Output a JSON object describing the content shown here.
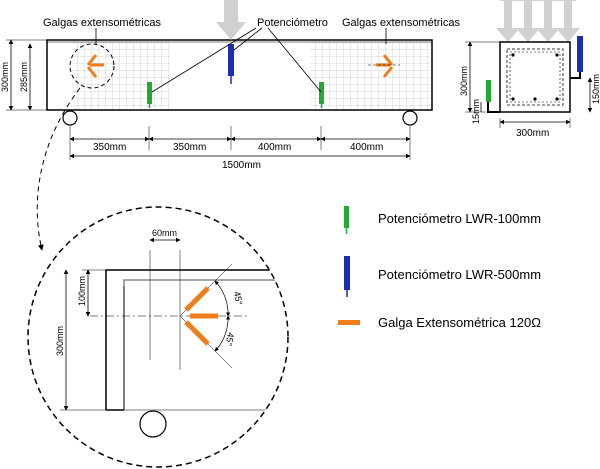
{
  "labels": {
    "strain_gauges_left": "Galgas extensométricas",
    "strain_gauges_right": "Galgas extensométricas",
    "potentiometer": "Potenciómetro"
  },
  "dimensions": {
    "height_total": "300mm",
    "height_inner": "285mm",
    "span_1": "350mm",
    "span_2": "350mm",
    "span_3": "400mm",
    "span_4": "400mm",
    "length_total": "1500mm",
    "section_height": "300mm",
    "section_width": "300mm",
    "section_15": "15mm",
    "section_150": "150mm",
    "detail_60": "60mm",
    "detail_100": "100mm",
    "detail_300": "300mm",
    "angle_top": "45°",
    "angle_bottom": "45°"
  },
  "legend": [
    {
      "label": "Potenciómetro LWR-100mm",
      "color": "#22aa33"
    },
    {
      "label": "Potenciómetro LWR-500mm",
      "color": "#1a2fb0"
    },
    {
      "label": "Galga Extensométrica 120Ω",
      "color": "#f07d18"
    }
  ],
  "colors": {
    "green": "#22aa33",
    "blue": "#1a2fb0",
    "orange": "#f07d18",
    "grid": "#c8c8c8",
    "arrow": "#d0d0d0"
  }
}
